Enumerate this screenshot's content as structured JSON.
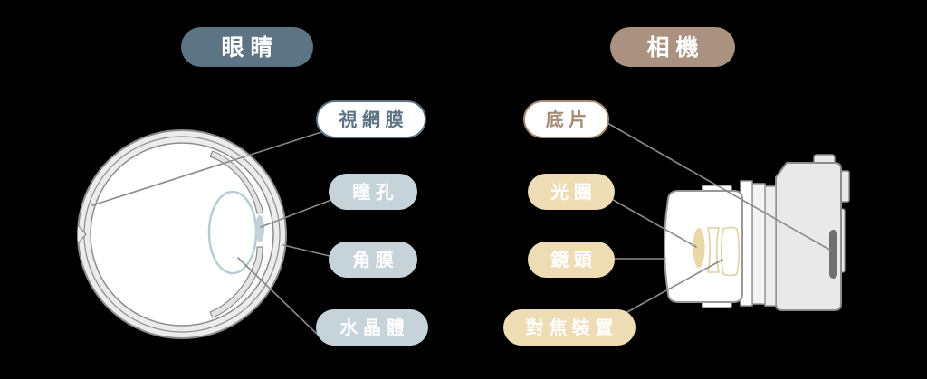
{
  "page": {
    "background": "#000000"
  },
  "eye_section": {
    "title": "眼睛",
    "labels": [
      {
        "id": "retina",
        "text": "視網膜",
        "style": "outline"
      },
      {
        "id": "pupil",
        "text": "瞳孔",
        "style": "filled"
      },
      {
        "id": "cornea",
        "text": "角膜",
        "style": "filled"
      },
      {
        "id": "crystalline-lens",
        "text": "水晶體",
        "style": "filled"
      }
    ]
  },
  "camera_section": {
    "title": "相機",
    "labels": [
      {
        "id": "film",
        "text": "底片",
        "style": "outline"
      },
      {
        "id": "aperture",
        "text": "光圈",
        "style": "filled"
      },
      {
        "id": "lens",
        "text": "鏡頭",
        "style": "filled"
      },
      {
        "id": "focus-device",
        "text": "對焦裝置",
        "style": "filled"
      }
    ]
  },
  "theme": {
    "page-bg": "#000000",
    "label-text": "#ffffff",
    "eye-badge-bg": "#5d7484",
    "eye-outline-color": "#5d7484",
    "eye-label-fill": "#c6d4da",
    "camera-badge-bg": "#ab9280",
    "camera-outline-color": "#a58c72",
    "camera-label-fill": "#eddcb4",
    "leader-line-color": "#8a8a8a",
    "eye-drawing-outline": "#8c8c8c",
    "eye-drawing-fill": "#ececec",
    "eye-lens-outline": "#b9ccd5",
    "eye-pupil-fill": "#c3d2da",
    "camera-body-fill": "#e9e9e9",
    "camera-drawing-outline": "#8c8c8c",
    "camera-lens-element": "#e4cfa0",
    "camera-aperture-fill": "#ead7a8",
    "camera-film-slit": "#707070"
  }
}
